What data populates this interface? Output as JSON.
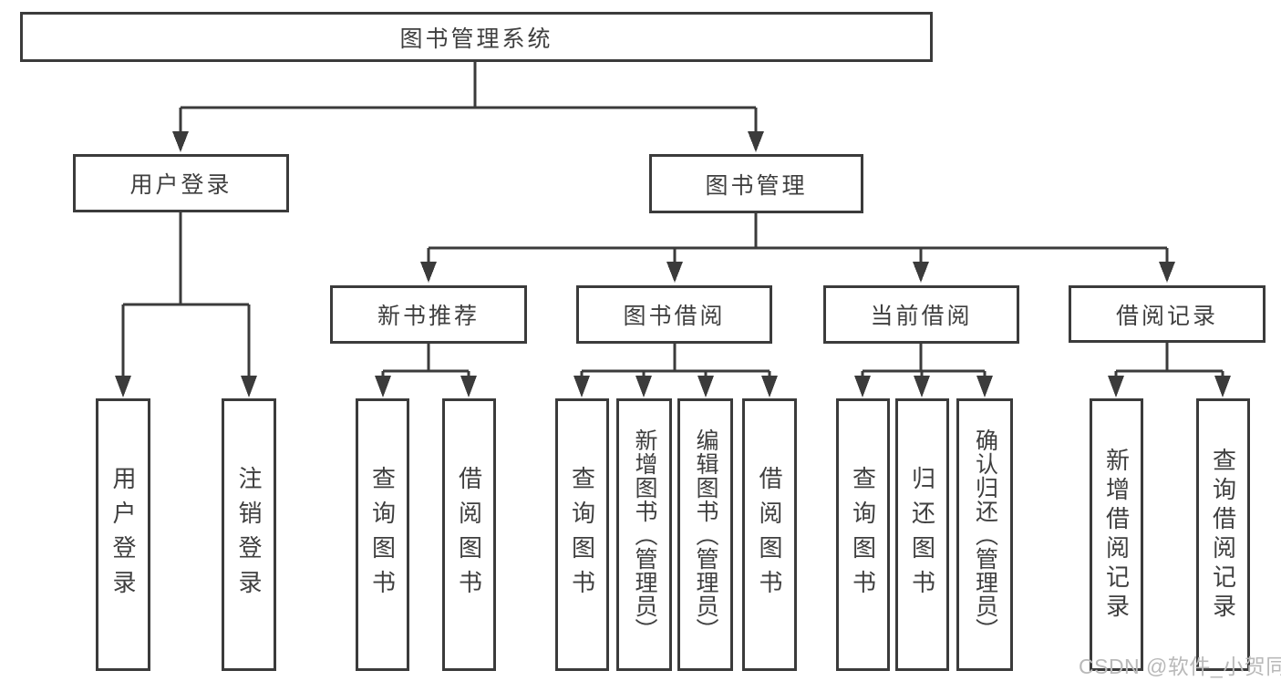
{
  "tree": {
    "root": {
      "label": "图书管理系统"
    },
    "children": [
      {
        "label": "用户登录",
        "children": [
          {
            "label": "用户登录"
          },
          {
            "label": "注销登录"
          }
        ]
      },
      {
        "label": "图书管理",
        "children": [
          {
            "label": "新书推荐",
            "children": [
              {
                "label": "查询图书"
              },
              {
                "label": "借阅图书"
              }
            ]
          },
          {
            "label": "图书借阅",
            "children": [
              {
                "label": "查询图书"
              },
              {
                "label": "新增图书（管理员）"
              },
              {
                "label": "编辑图书（管理员）"
              },
              {
                "label": "借阅图书"
              }
            ]
          },
          {
            "label": "当前借阅",
            "children": [
              {
                "label": "查询图书"
              },
              {
                "label": "归还图书"
              },
              {
                "label": "确认归还（管理员）"
              }
            ]
          },
          {
            "label": "借阅记录",
            "children": [
              {
                "label": "新增借阅记录"
              },
              {
                "label": "查询借阅记录"
              }
            ]
          }
        ]
      }
    ]
  },
  "watermark": {
    "text": "CSDN @软件_小贺同学"
  },
  "colors": {
    "line": "#3b3b3b",
    "text": "#3f3f3f",
    "watermark": "#b9b9b9",
    "background": "#ffffff"
  }
}
